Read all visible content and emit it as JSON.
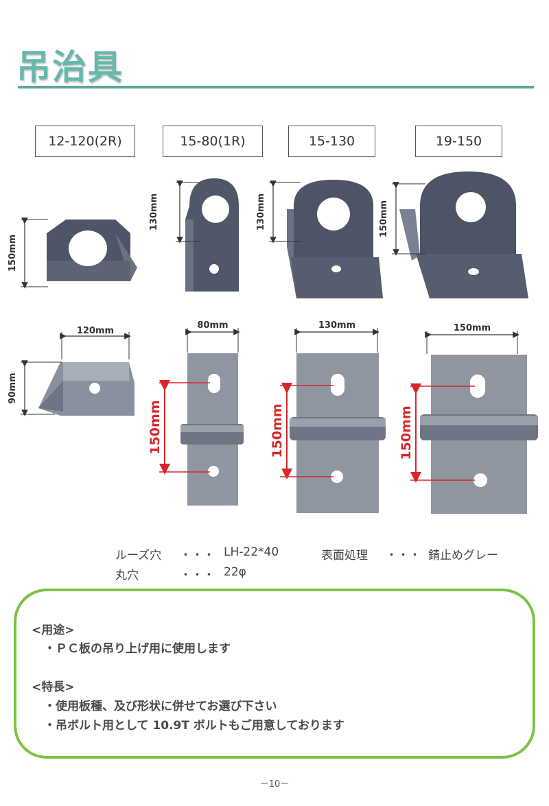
{
  "page": {
    "title": "吊治具",
    "page_number": "－10－"
  },
  "models": [
    {
      "label": "12-120(2R)"
    },
    {
      "label": "15-80(1R)"
    },
    {
      "label": "15-130"
    },
    {
      "label": "19-150"
    }
  ],
  "dimensions": {
    "side_heights": [
      "150mm",
      "130mm",
      "130mm",
      "150mm"
    ],
    "widths": [
      "120mm",
      "80mm",
      "130mm",
      "150mm"
    ],
    "depth": "90mm",
    "hole_pitch": [
      "150mm",
      "150mm",
      "150mm"
    ]
  },
  "specs": {
    "loose_hole_label": "ルーズ穴",
    "loose_hole_dots": "・・・",
    "loose_hole_value": "LH-22*40",
    "surface_label": "表面処理",
    "surface_dots": "・・・",
    "surface_value": "錆止めグレー",
    "round_hole_label": "丸穴",
    "round_hole_dots": "・・・",
    "round_hole_value": "22φ"
  },
  "info": {
    "usage_heading": "<用途>",
    "usage_item": "・ＰＣ板の吊り上げ用に使用します",
    "features_heading": "<特長>",
    "feature_items": [
      "・使用板種、及び形状に併せてお選び下さい",
      "・吊ボルト用として 10.9T ボルトもご用意しております"
    ]
  },
  "colors": {
    "title": "#66b8ad",
    "rule": "#5aa79a",
    "info_border": "#7cc245",
    "dimension_red": "#d8262b",
    "metal_dark": "#4d5566",
    "metal_light": "#8a919e"
  }
}
